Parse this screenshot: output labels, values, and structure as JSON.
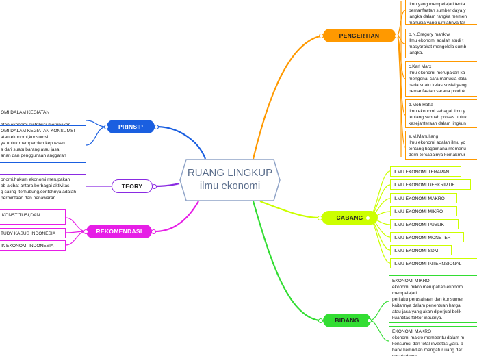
{
  "root": {
    "line1": "RUANG LINGKUP",
    "line2": "ilmu ekonomi"
  },
  "colors": {
    "pengertian": "#ff9900",
    "cabang": "#ccff00",
    "bidang": "#33dd33",
    "prinsip": "#1a5fe0",
    "teory": "#8a2be2",
    "rekomendasi": "#e61ee6",
    "hub_border": "#8fa3c7"
  },
  "pengertian": {
    "label": "PENGERTIAN",
    "items": [
      "ilmu yang mempelajari tenta\npemanfaatan sumber daya y\nlangka dalam rangka memen\nmanusia yang jumlahnya tar",
      "b.N.Gregory mankiw\nIlmu ekonomi adalah studi t\nmasyarakat mengelola sumb\nlangka.",
      "c.Karl Marx\nilmu ekonomi merupakan ka\nmengenai cara manusia dala\npada suatu kelas sosial,yang\npemanfaatan sarana produk",
      "d.Moh.Hatta\nilmu ekonomi sebagai ilmu y\ntentang sebuah proses untuk\nkesejahteraan dalam lingkun",
      "e.M.Manullang\nilmu ekonomi adalah ilmu yc\ntentang bagaimana memenu\ndemi tercapainya kemakmur"
    ]
  },
  "cabang": {
    "label": "CABANG",
    "items": [
      "ILMU EKONOMI TERAPAN",
      "ILMU EKONOMI DESKRIPTIF",
      "ILMU EKONOMI MAKRO",
      "ILMU EKONOMI MIKRO",
      "ILMU EKONOMI PUBLIK",
      "ILMU EKONOMI MONETER",
      "ILMU EKONOMI SDM",
      "ILMU EKONOMI INTERNSIONAL"
    ]
  },
  "bidang": {
    "label": "BIDANG",
    "items": [
      "EKONOMI MIKRO\nekonomi mikro merupakan ekonom\nmempelajari\nperilaku perusahaan dan konsumer\nkaitannya dalam penentuan harga\natau jasa yang akan diperjual belik\nkuantitas faktor inputnya.",
      "EKONOMI MAKRO\nekonomi makro membantu dalam m\nkonsumsi dan total investasi,yaitu b\nbank kemudian mengatur uang dar\npasahabnya"
    ]
  },
  "prinsip": {
    "label": "PRINSIP",
    "items": [
      "OMI DALAM KEGIATAN\n\natan ekonomi,distribusi merupakan\nang dan jasa dari produsen ke",
      "OMI DALAM KEGIATAN KONSUMSI\natan ekonomi,konsumsi\nya untuk memperoleh kepuasan\na dari suatu barang atau jasa\nanan dan penggunaan anggaran"
    ]
  },
  "teory": {
    "label": "TEORY",
    "items": [
      "onomi,hukum ekonomi merupakan\nab akibat antara berbagai aktivitas\ng saling  terhubung,contohnya adalah\npermintaan dan penawaran."
    ]
  },
  "rekomendasi": {
    "label": "REKOMENDASI",
    "items": [
      " KONSTITUSI,DAN",
      "TUDY KASUS INDONESIA",
      "IK EKONOMI INDONESIA"
    ]
  }
}
